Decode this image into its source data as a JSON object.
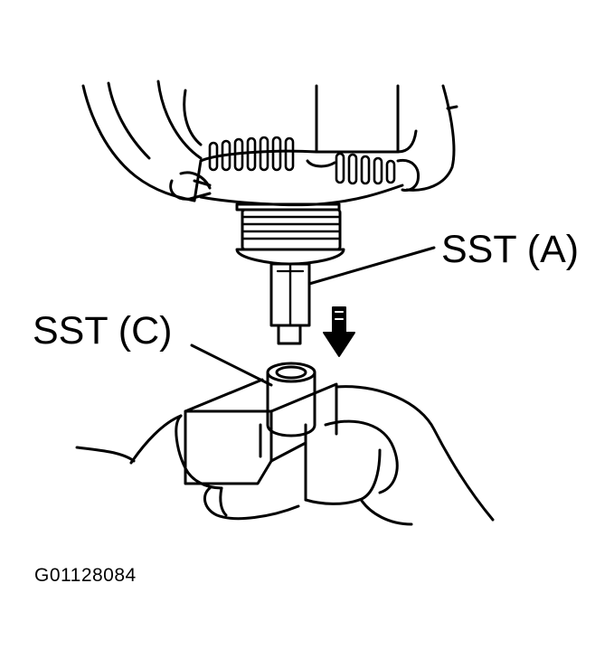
{
  "labels": {
    "sst_a": "SST (A)",
    "sst_c": "SST (C)"
  },
  "figure_code": "G01128084",
  "colors": {
    "ink": "#000000",
    "paper": "#ffffff"
  },
  "icons": {
    "direction_arrow": "down-arrow-icon"
  }
}
